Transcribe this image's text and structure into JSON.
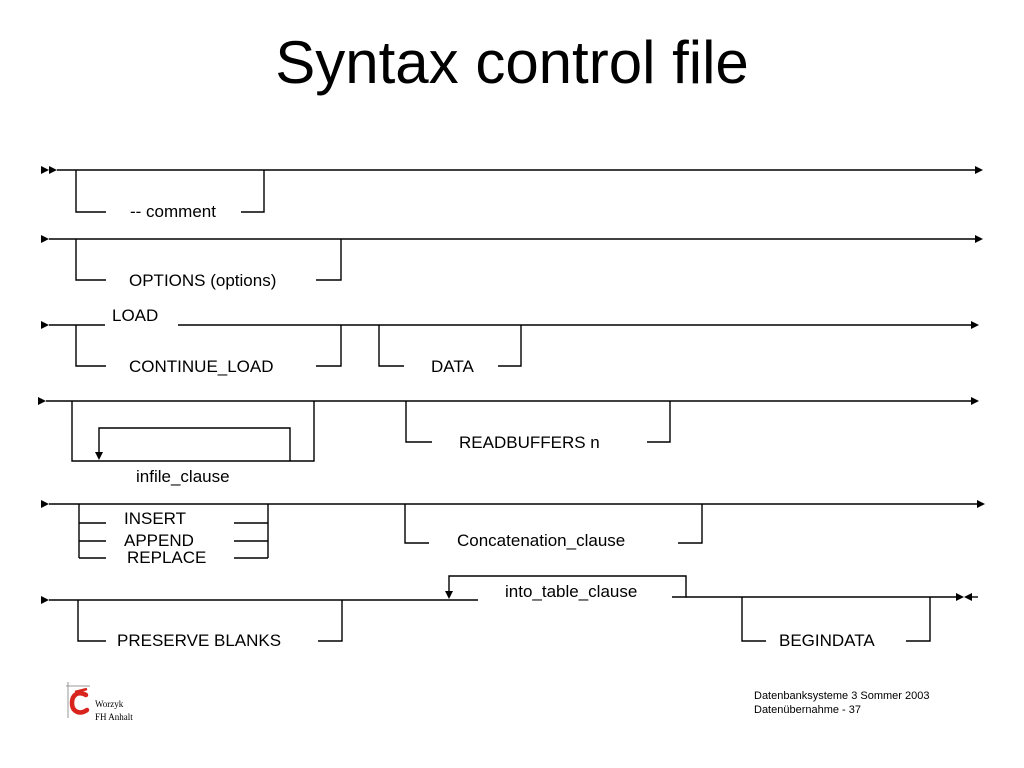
{
  "title": "Syntax control file",
  "diagram": {
    "labels": {
      "comment": "-- comment",
      "options": "OPTIONS (options)",
      "load": "LOAD",
      "continue_load": "CONTINUE_LOAD",
      "data": "DATA",
      "infile_clause": "infile_clause",
      "readbuffers": "READBUFFERS n",
      "insert": "INSERT",
      "append": "APPEND",
      "replace": "REPLACE",
      "concatenation": "Concatenation_clause",
      "into_table": "into_table_clause",
      "preserve_blanks": "PRESERVE BLANKS",
      "begindata": "BEGINDATA"
    }
  },
  "footer": {
    "author": "Worzyk",
    "institution": "FH Anhalt",
    "course": "Datenbanksysteme 3  Sommer 2003",
    "page": "Datenübernahme - 37"
  },
  "colors": {
    "logo_accent": "#d9231d",
    "ink": "#000000"
  }
}
